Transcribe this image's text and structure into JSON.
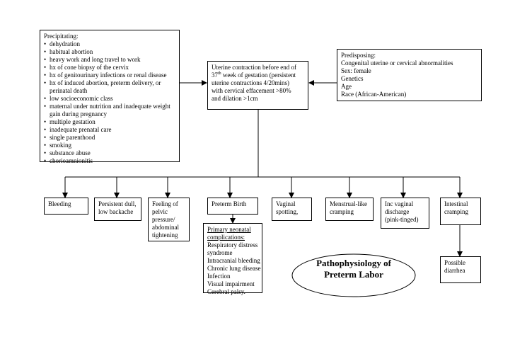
{
  "precipitating": {
    "title": "Precipitating:",
    "items": [
      "dehydration",
      "habitual abortion",
      "heavy work and long travel to work",
      "hx of cone biopsy of the cervix",
      "hx of genitourinary infections or renal disease",
      "hx of induced abortion, preterm delivery, or perinatal death",
      "low socioeconomic class",
      "maternal under nutrition and inadequate weight gain during pregnancy",
      "multiple gestation",
      "inadequate prenatal care",
      "single parenthood",
      "smoking",
      "substance abuse",
      "chorioamnionitis"
    ]
  },
  "central": {
    "line1": "Uterine contraction before end of",
    "line2_num": "37",
    "line2_sup": "th",
    "line2_rest": " week of gestation (persistent",
    "line3": "uterine contractions 4/20mins)",
    "line4": "with cervical effacement >80%",
    "line5": "and dilation >1cm"
  },
  "predisposing": {
    "title": "Predisposing:",
    "items": [
      "Congenital uterine or cervical abnormalities",
      "Sex: female",
      "Genetics",
      "Age",
      "Race (African-American)"
    ]
  },
  "effects": [
    {
      "lines": [
        "Bleeding"
      ]
    },
    {
      "lines": [
        "Persistent dull,",
        "low backache"
      ]
    },
    {
      "lines": [
        "Feeling of",
        "pelvic",
        "pressure/",
        "abdominal",
        "tightening"
      ]
    },
    {
      "lines": [
        "Preterm Birth"
      ]
    },
    {
      "lines": [
        "Vaginal",
        "spotting,"
      ]
    },
    {
      "lines": [
        "Menstrual-like",
        "cramping"
      ]
    },
    {
      "lines": [
        "Inc vaginal",
        "discharge",
        "(pink-tinged)"
      ]
    },
    {
      "lines": [
        "Intestinal",
        "cramping"
      ]
    }
  ],
  "neonatal": {
    "title_line1": "Primary neonatal",
    "title_line2": "complications:",
    "items": [
      "Respiratory distress",
      "syndrome",
      "Intracranial bleeding",
      "Chronic lung disease",
      "Infection",
      "Visual impairment",
      "Cerebral palsy."
    ]
  },
  "diarrhea": {
    "lines": [
      "Possible",
      "diarrhea"
    ]
  },
  "title": {
    "line1": "Pathophysiology of",
    "line2": "Preterm Labor"
  }
}
